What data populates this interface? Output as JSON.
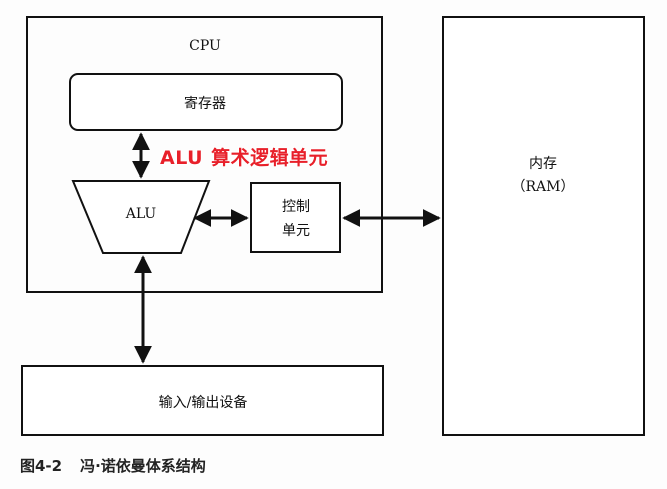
{
  "diagram": {
    "cpu_label": "CPU",
    "registers_label": "寄存器",
    "alu_label": "ALU",
    "control_label_line1": "控制",
    "control_label_line2": "单元",
    "memory_label_line1": "内存",
    "memory_label_line2": "（RAM）",
    "io_label": "输入/输出设备",
    "annotation_abbrev": "ALU",
    "annotation_text": "算术逻辑单元",
    "annotation_color": "#e8202a"
  },
  "caption": {
    "figure_number": "图4-2",
    "title": "冯·诺依曼体系结构"
  }
}
